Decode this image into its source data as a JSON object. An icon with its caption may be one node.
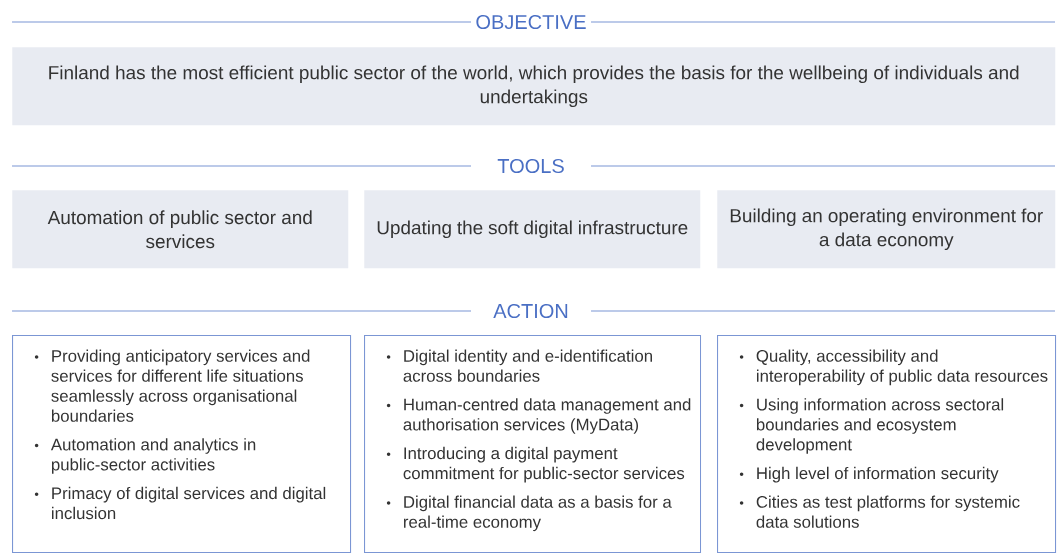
{
  "diagram": {
    "nodes": [
      {
        "text": [
          "Finland has the most efficient public sector of the world, which provides the basis for the wellbeing of individuals and undertakings"
        ]
      },
      {
        "text": [
          "Automation of public sector and services"
        ]
      },
      {
        "text": [
          "Updating the soft digital infrastructure"
        ]
      },
      {
        "text": [
          "Building an operating environment for a data economy"
        ]
      },
      {
        "text": [
          "Providing anticipatory services and services for different life situations seamlessly across organisational boundaries",
          "Automation and analytics in public-sector activities",
          "Primacy of digital services and digital inclusion"
        ]
      },
      {
        "text": [
          "Digital identity and e-identification across boundaries",
          "Human-centred data management and authorisation services (MyData)",
          "Introducing a digital payment commitment for public-sector services",
          "Digital financial data as a basis for a real-time economy"
        ]
      },
      {
        "text": [
          "Quality, accessibility and interoperability of public data resources",
          "Using information across sectoral boundaries and ecosystem development",
          "High level of information security",
          "Cities as test platforms for systemic data solutions"
        ]
      }
    ],
    "labels": [
      "OBJECTIVE",
      "TOOLS",
      "ACTION"
    ]
  }
}
